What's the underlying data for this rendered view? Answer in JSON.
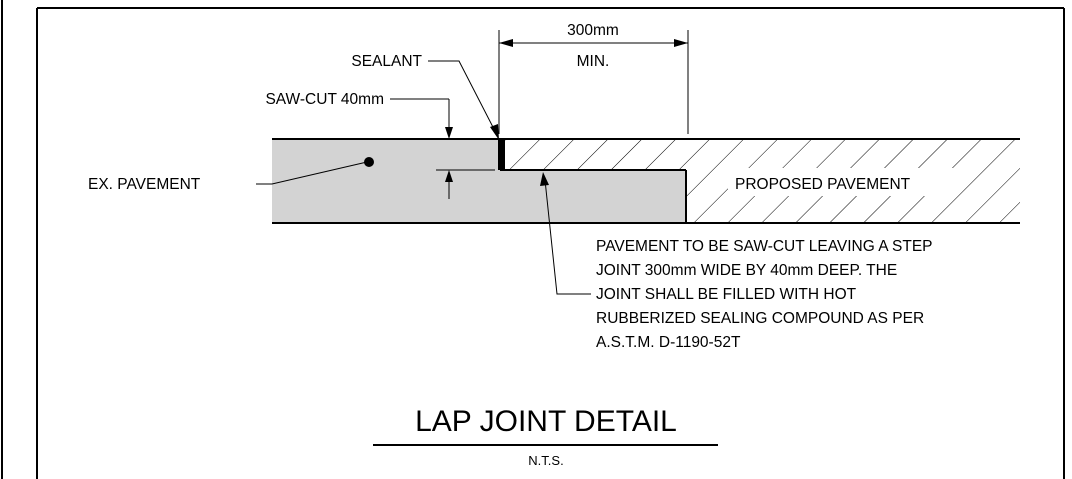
{
  "labels": {
    "dim_value": "300mm",
    "dim_min": "MIN.",
    "sealant": "SEALANT",
    "saw_cut": "SAW-CUT 40mm",
    "existing_pavement": "EX. PAVEMENT",
    "proposed_pavement": "PROPOSED PAVEMENT"
  },
  "note": {
    "lines": [
      "PAVEMENT TO BE SAW-CUT LEAVING A STEP",
      "JOINT 300mm WIDE BY 40mm DEEP.  THE",
      "JOINT SHALL BE FILLED WITH HOT",
      "RUBBERIZED SEALING COMPOUND AS PER",
      "A.S.T.M. D-1190-52T"
    ]
  },
  "title": {
    "main": "LAP JOINT DETAIL",
    "scale": "N.T.S."
  },
  "colors": {
    "existing_fill": "#d3d3d3",
    "line": "#000000",
    "background": "#ffffff"
  }
}
